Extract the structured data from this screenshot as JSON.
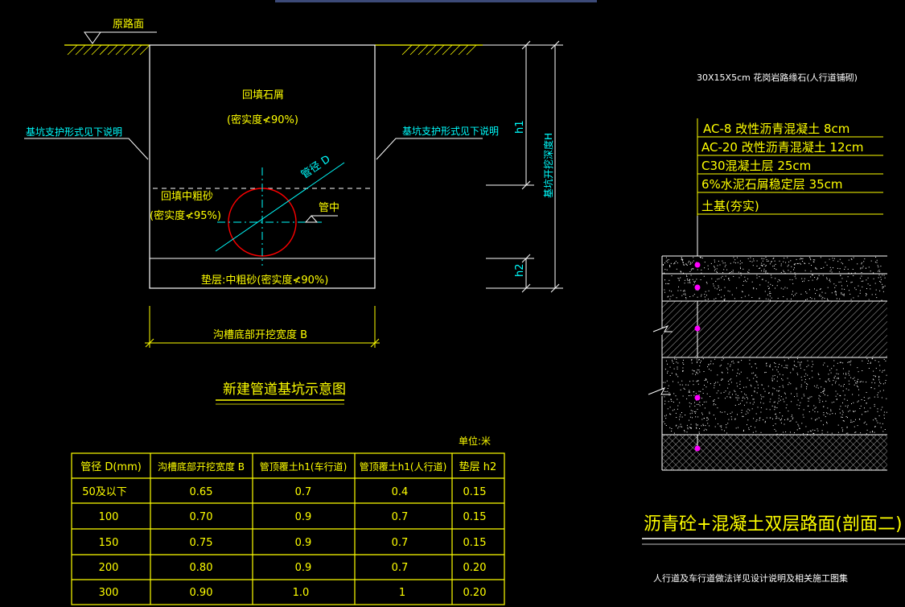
{
  "colors": {
    "background": "#000000",
    "white": "#ffffff",
    "yellow": "#ffff00",
    "cyan": "#00ffff",
    "red": "#ff0000",
    "magenta": "#ff00ff",
    "top_bar": "#3c4a78"
  },
  "trench": {
    "ground_label": "原路面",
    "backfill_label": "回填石屑",
    "backfill_compaction": "(密实度≮90%)",
    "support_left": "基坑支护形式见下说明",
    "support_right": "基坑支护形式见下说明",
    "sand_label": "回填中粗砂",
    "sand_compaction": "(密实度≮95%)",
    "pipe_label": "管径 D",
    "pipe_center_label": "管中",
    "cushion_label": "垫层:中粗砂(密实度≮90%)",
    "h1_label": "h1",
    "h2_label": "h2",
    "depth_label": "基坑开挖深度H",
    "width_label": "沟槽底部开挖宽度 B",
    "title": "新建管道基坑示意图"
  },
  "table": {
    "unit": "单位:米",
    "headers": [
      "管径 D(mm)",
      "沟槽底部开挖宽度 B",
      "管顶覆土h1(车行道)",
      "管顶覆土h1(人行道)",
      "垫层 h2"
    ],
    "rows": [
      [
        "50及以下",
        "0.65",
        "0.7",
        "0.4",
        "0.15"
      ],
      [
        "100",
        "0.70",
        "0.9",
        "0.7",
        "0.15"
      ],
      [
        "150",
        "0.75",
        "0.9",
        "0.7",
        "0.15"
      ],
      [
        "200",
        "0.80",
        "0.9",
        "0.7",
        "0.20"
      ],
      [
        "300",
        "0.90",
        "1.0",
        "1",
        "0.20"
      ]
    ]
  },
  "pavement": {
    "top_note": "30X15X5cm 花岗岩路缘石(人行道铺砌)",
    "layers": [
      "AC-8 改性沥青混凝土 8cm",
      "AC-20 改性沥青混凝土 12cm",
      "C30混凝土层 25cm",
      "6%水泥石屑稳定层 35cm",
      "土基(夯实)"
    ],
    "title": "沥青砼+混凝土双层路面(剖面二)",
    "bottom_note": "人行道及车行道做法详见设计说明及相关施工图集"
  }
}
